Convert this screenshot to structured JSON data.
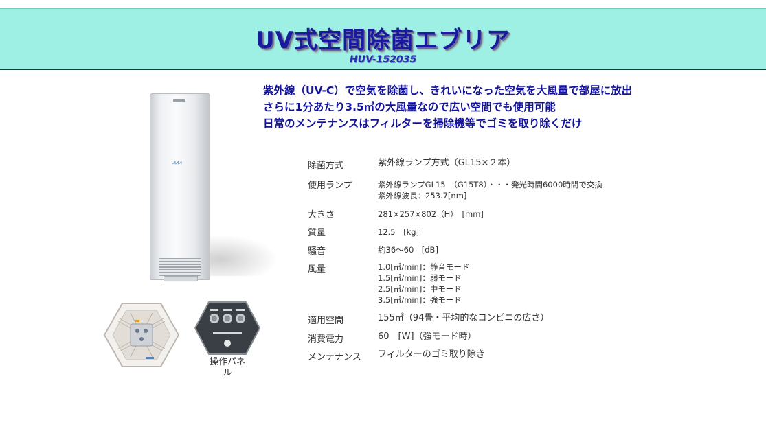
{
  "header": {
    "title": "UV式空間除菌エブリア",
    "model": "HUV-152035"
  },
  "intro": [
    "紫外線（UV-C）で空気を除菌し、きれいになった空気を大風量で部屋に放出",
    "さらに1分あたり3.5㎥の大風量なので広い空間でも使用可能",
    "日常のメンテナンスはフィルターを掃除機等でゴミを取り除くだけ"
  ],
  "images": {
    "panel_caption": "操作パネル"
  },
  "specs": [
    {
      "label": "除菌方式",
      "lines": [
        "紫外線ランプ方式（GL15×２本）"
      ]
    },
    {
      "label": "使用ランプ",
      "lines": [
        "紫外線ランプGL15　（G15T8）・・・発光時間6000時間で交換",
        "紫外線波長：253.7[nm]"
      ]
    },
    {
      "label": "大きさ",
      "lines": [
        "281×257×802（H）　[mm]"
      ]
    },
    {
      "label": "質量",
      "lines": [
        "12.5　[kg]"
      ]
    },
    {
      "label": "騒音",
      "lines": [
        "約36～60　[dB]"
      ]
    },
    {
      "label": "風量",
      "lines": [
        "1.0[㎥/min]：静音モード",
        "1.5[㎥/min]：弱モード",
        "2.5[㎥/min]：中モード",
        "3.5[㎥/min]：強モード"
      ]
    },
    {
      "label": "適用空間",
      "lines": [
        "155㎡（94畳・平均的なコンビニの広さ）"
      ]
    },
    {
      "label": "消費電力",
      "lines": [
        "60　[W]（強モード時）"
      ]
    },
    {
      "label": "メンテナンス",
      "lines": [
        "フィルターのゴミ取り除き"
      ]
    }
  ]
}
